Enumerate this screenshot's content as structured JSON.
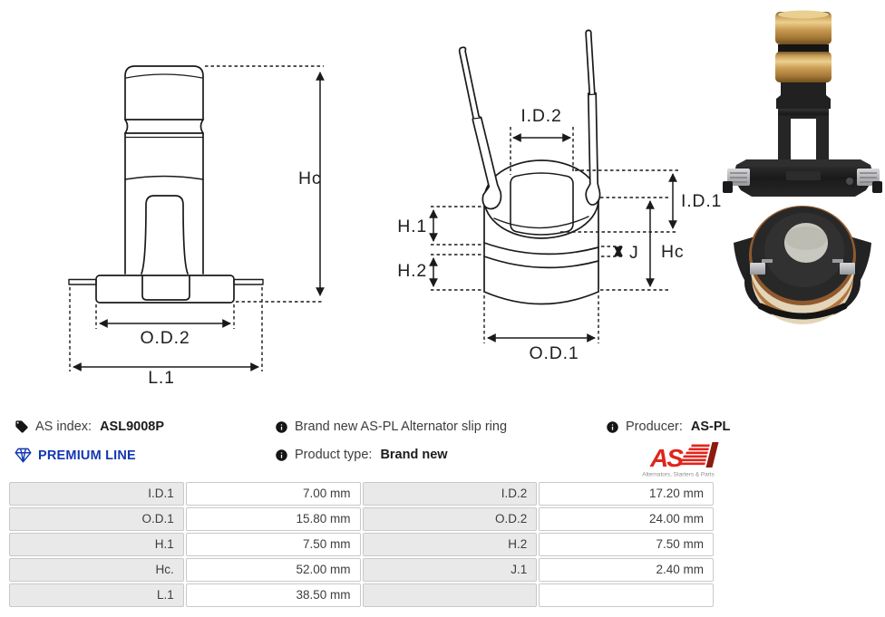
{
  "info": {
    "as_index": {
      "label": "AS index:",
      "value": "ASL9008P"
    },
    "premium_line": "PREMIUM LINE",
    "description": "Brand new AS-PL Alternator slip ring",
    "product_type": {
      "label": "Product type:",
      "value": "Brand new"
    },
    "producer": {
      "label": "Producer:",
      "value": "AS-PL"
    },
    "logo": {
      "text": "AS",
      "tagline": "Alternators, Starters & Parts"
    }
  },
  "drawings": {
    "left": {
      "labels": {
        "hc": "Hc",
        "od2": "O.D.2",
        "l1": "L.1"
      }
    },
    "middle": {
      "labels": {
        "id2": "I.D.2",
        "id1": "I.D.1",
        "h1": "H.1",
        "h2": "H.2",
        "j": "J",
        "hc": "Hc",
        "od1": "O.D.1"
      }
    }
  },
  "colors": {
    "accent_blue": "#1337b2",
    "logo_red": "#e0251b",
    "line": "#1a1a1a",
    "table_label_bg": "#e9e9e9",
    "table_border": "#c9c9c9",
    "brass": "#c99a52"
  },
  "table": {
    "rows": [
      {
        "cells": [
          "I.D.1",
          "7.00 mm",
          "I.D.2",
          "17.20 mm"
        ]
      },
      {
        "cells": [
          "O.D.1",
          "15.80 mm",
          "O.D.2",
          "24.00 mm"
        ]
      },
      {
        "cells": [
          "H.1",
          "7.50 mm",
          "H.2",
          "7.50 mm"
        ]
      },
      {
        "cells": [
          "Hc.",
          "52.00 mm",
          "J.1",
          "2.40 mm"
        ]
      },
      {
        "cells": [
          "L.1",
          "38.50 mm",
          "",
          ""
        ]
      }
    ]
  }
}
